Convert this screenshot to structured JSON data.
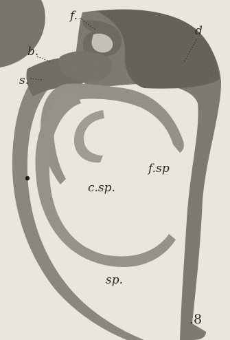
{
  "figure": {
    "number": ".8",
    "labels": {
      "f": "f.",
      "d": "d",
      "b": "b.",
      "s": "s.",
      "f_sp": "f.sp",
      "c_sp": "c.sp.",
      "sp": "sp."
    }
  },
  "colors": {
    "paper": "#e9e6dc",
    "shade_dark": "#6b6760",
    "shade_mid": "#8f8b84",
    "shade_light": "#b5b1a9",
    "ink": "#2a2824"
  }
}
